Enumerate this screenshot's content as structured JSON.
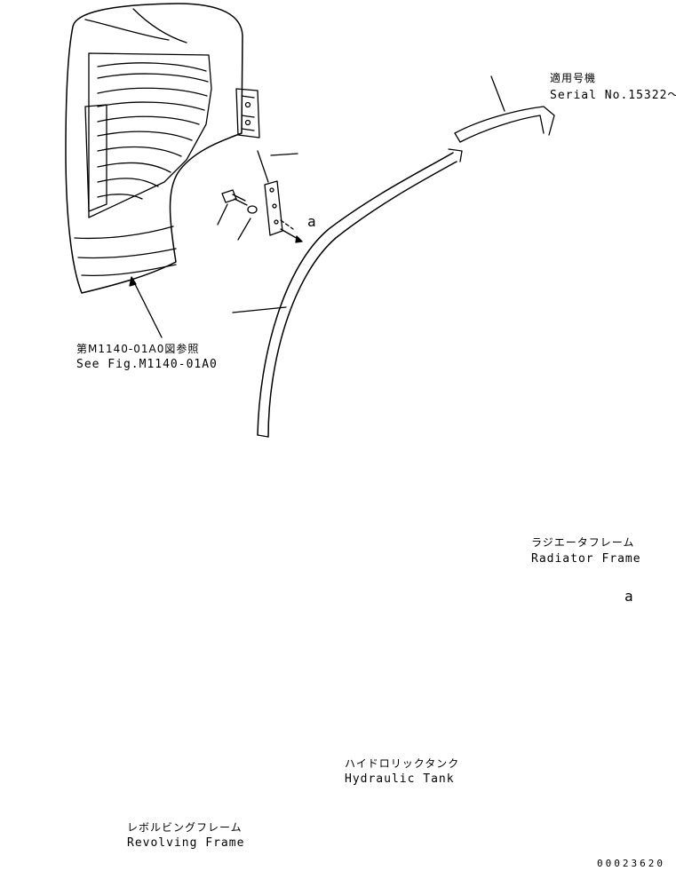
{
  "labels": {
    "serial_jp": "適用号機",
    "serial_en": "Serial No.15322～",
    "ref_jp": "第M1140-01A0図参照",
    "ref_en": "See Fig.M1140-01A0",
    "radiator_jp": "ラジエータフレーム",
    "radiator_en": "Radiator Frame",
    "tank_jp": "ハイドロリックタンク",
    "tank_en": "Hydraulic Tank",
    "revolving_jp": "レボルビングフレーム",
    "revolving_en": "Revolving Frame",
    "marker_a": "a",
    "drawing_no": "00023620"
  },
  "colors": {
    "line": "#000000",
    "background": "#ffffff"
  },
  "icons": [
    "bolt-icon",
    "washer-icon",
    "clamp-icon",
    "arrow-icon"
  ]
}
